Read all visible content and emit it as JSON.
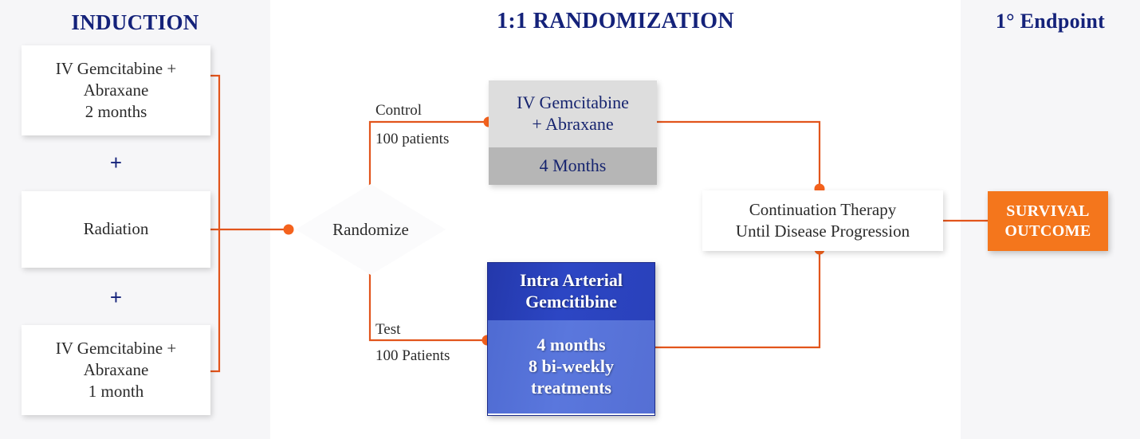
{
  "columns": {
    "induction": {
      "header": "INDUCTION"
    },
    "randomization": {
      "header": "1:1 RANDOMIZATION"
    },
    "endpoint": {
      "header": "1° Endpoint"
    }
  },
  "induction": {
    "box_top": {
      "line1": "IV Gemcitabine +",
      "line2": "Abraxane",
      "line3": "2 months"
    },
    "separator_1": "+",
    "box_middle": {
      "line1": "Radiation"
    },
    "separator_2": "+",
    "box_bottom": {
      "line1": "IV Gemcitabine +",
      "line2": "Abraxane",
      "line3": "1 month"
    }
  },
  "randomize": {
    "label": "Randomize"
  },
  "arms": {
    "control": {
      "branch_label": "Control",
      "branch_count": "100 patients",
      "treatment_line1": "IV Gemcitabine",
      "treatment_line2": "+ Abraxane",
      "duration": "4 Months"
    },
    "test": {
      "branch_label": "Test",
      "branch_count": "100 Patients",
      "treatment_line1": "Intra Arterial",
      "treatment_line2": "Gemcitibine",
      "duration_line1": "4 months",
      "duration_line2": "8 bi-weekly",
      "duration_line3": "treatments"
    }
  },
  "continuation": {
    "line1": "Continuation Therapy",
    "line2": "Until Disease Progression"
  },
  "outcome": {
    "line1": "SURVIVAL",
    "line2": "OUTCOME"
  },
  "colors": {
    "header_navy": "#14227a",
    "connector_orange": "#e2551c",
    "outcome_orange": "#f4761c",
    "control_top_gray": "#dddddd",
    "control_bottom_gray": "#b6b6b6",
    "test_top_blue": "#2a41bb",
    "test_bottom_blue": "#556fd4",
    "band_background": "#f6f6f8"
  }
}
